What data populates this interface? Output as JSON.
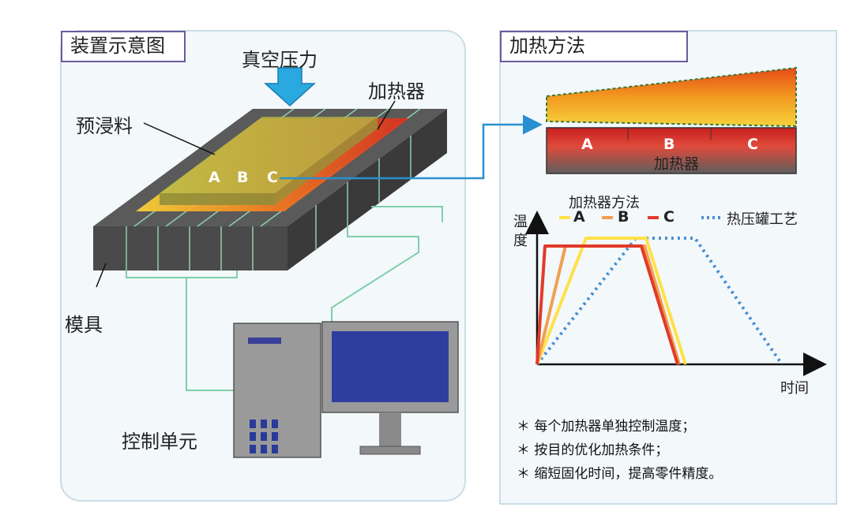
{
  "left_panel": {
    "title": "装置示意图",
    "vacuum_label": "真空压力",
    "heater_label": "加热器",
    "prepreg_label": "预浸料",
    "mold_label": "模具",
    "control_label": "控制单元",
    "zones": [
      "A",
      "B",
      "C"
    ]
  },
  "right_panel": {
    "title": "加热方法",
    "heater_bar_zones": [
      "A",
      "B",
      "C"
    ],
    "heater_bar_label": "加热器",
    "chart": {
      "legend_title": "加热器方法",
      "legend": [
        {
          "name": "A",
          "color": "#ffe14a"
        },
        {
          "name": "B",
          "color": "#f0a050"
        },
        {
          "name": "C",
          "color": "#e23a2a"
        },
        {
          "name": "热压罐工艺",
          "color": "#4b8fd0"
        }
      ],
      "ylabel": "温度",
      "xlabel": "时间"
    },
    "bullets": [
      "＊ 每个加热器单独控制温度；",
      "＊ 按目的优化加热条件；",
      "＊ 缩短固化时间，提高零件精度。"
    ]
  },
  "colors": {
    "panel_border": "#c9dde6",
    "title_border": "#6a5a9c",
    "arrow_blue": "#2a8fd0",
    "wire_green": "#7ecfa8"
  }
}
